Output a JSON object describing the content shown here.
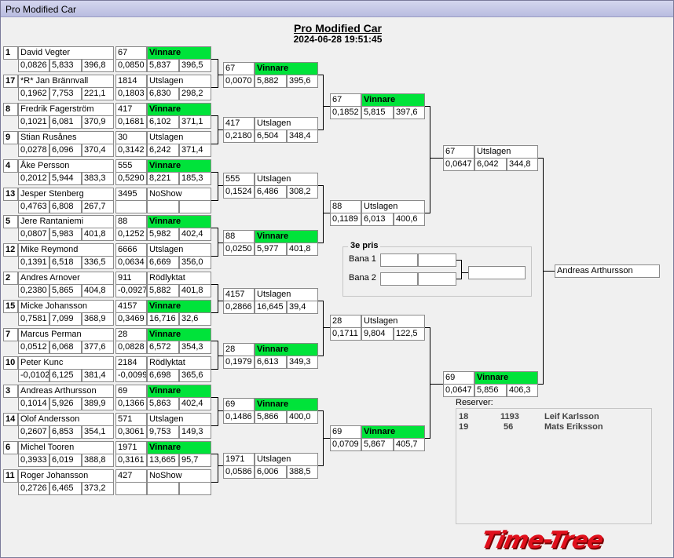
{
  "window": {
    "title": "Pro Modified Car"
  },
  "header": {
    "title": "Pro Modified Car",
    "datetime": "2024-06-28 19:51:45"
  },
  "round1": [
    {
      "seed": "1",
      "name": "David Vegter",
      "rt": "0,0826",
      "et": "5,833",
      "speed": "396,8",
      "lane": "67",
      "result": "Vinnare",
      "win": true,
      "rrt": "0,0850",
      "ret": "5,837",
      "rspeed": "396,5"
    },
    {
      "seed": "17",
      "name": "*R* Jan Brännvall",
      "rt": "0,1962",
      "et": "7,753",
      "speed": "221,1",
      "lane": "1814",
      "result": "Utslagen",
      "win": false,
      "rrt": "0,1803",
      "ret": "6,830",
      "rspeed": "298,2"
    },
    {
      "seed": "8",
      "name": "Fredrik Fagerström",
      "rt": "0,1021",
      "et": "6,081",
      "speed": "370,9",
      "lane": "417",
      "result": "Vinnare",
      "win": true,
      "rrt": "0,1681",
      "ret": "6,102",
      "rspeed": "371,1"
    },
    {
      "seed": "9",
      "name": "Stian Rusånes",
      "rt": "0,0278",
      "et": "6,096",
      "speed": "370,4",
      "lane": "30",
      "result": "Utslagen",
      "win": false,
      "rrt": "0,3142",
      "ret": "6,242",
      "rspeed": "371,4"
    },
    {
      "seed": "4",
      "name": "Åke Persson",
      "rt": "0,2012",
      "et": "5,944",
      "speed": "383,3",
      "lane": "555",
      "result": "Vinnare",
      "win": true,
      "rrt": "0,5290",
      "ret": "8,221",
      "rspeed": "185,3"
    },
    {
      "seed": "13",
      "name": "Jesper Stenberg",
      "rt": "0,4763",
      "et": "6,808",
      "speed": "267,7",
      "lane": "3495",
      "result": "NoShow",
      "win": false,
      "rrt": "",
      "ret": "",
      "rspeed": ""
    },
    {
      "seed": "5",
      "name": "Jere Rantaniemi",
      "rt": "0,0807",
      "et": "5,983",
      "speed": "401,8",
      "lane": "88",
      "result": "Vinnare",
      "win": true,
      "rrt": "0,1252",
      "ret": "5,982",
      "rspeed": "402,4"
    },
    {
      "seed": "12",
      "name": "Mike Reymond",
      "rt": "0,1391",
      "et": "6,518",
      "speed": "336,5",
      "lane": "6666",
      "result": "Utslagen",
      "win": false,
      "rrt": "0,0634",
      "ret": "6,669",
      "rspeed": "356,0"
    },
    {
      "seed": "2",
      "name": "Andres Arnover",
      "rt": "0,2380",
      "et": "5,865",
      "speed": "404,8",
      "lane": "911",
      "result": "Rödlyktat",
      "win": false,
      "rrt": "-0,0927",
      "ret": "5,882",
      "rspeed": "401,8"
    },
    {
      "seed": "15",
      "name": "Micke Johansson",
      "rt": "0,7581",
      "et": "7,099",
      "speed": "368,9",
      "lane": "4157",
      "result": "Vinnare",
      "win": true,
      "rrt": "0,3469",
      "ret": "16,716",
      "rspeed": "32,6"
    },
    {
      "seed": "7",
      "name": "Marcus Perman",
      "rt": "0,0512",
      "et": "6,068",
      "speed": "377,6",
      "lane": "28",
      "result": "Vinnare",
      "win": true,
      "rrt": "0,0828",
      "ret": "6,572",
      "rspeed": "354,3"
    },
    {
      "seed": "10",
      "name": "Peter  Kunc",
      "rt": "-0,0102",
      "et": "6,125",
      "speed": "381,4",
      "lane": "2184",
      "result": "Rödlyktat",
      "win": false,
      "rrt": "-0,0099",
      "ret": "6,698",
      "rspeed": "365,6"
    },
    {
      "seed": "3",
      "name": "Andreas Arthursson",
      "rt": "0,1014",
      "et": "5,926",
      "speed": "389,9",
      "lane": "69",
      "result": "Vinnare",
      "win": true,
      "rrt": "0,1366",
      "ret": "5,863",
      "rspeed": "402,4"
    },
    {
      "seed": "14",
      "name": "Olof Andersson",
      "rt": "0,2607",
      "et": "6,853",
      "speed": "354,1",
      "lane": "571",
      "result": "Utslagen",
      "win": false,
      "rrt": "0,3061",
      "ret": "9,753",
      "rspeed": "149,3"
    },
    {
      "seed": "6",
      "name": "Michel Tooren",
      "rt": "0,3933",
      "et": "6,019",
      "speed": "388,8",
      "lane": "1971",
      "result": "Vinnare",
      "win": true,
      "rrt": "0,3161",
      "ret": "13,665",
      "rspeed": "95,7"
    },
    {
      "seed": "11",
      "name": "Roger Johansson",
      "rt": "0,2726",
      "et": "6,465",
      "speed": "373,2",
      "lane": "427",
      "result": "NoShow",
      "win": false,
      "rrt": "",
      "ret": "",
      "rspeed": ""
    }
  ],
  "round2": [
    {
      "lane": "67",
      "result": "Vinnare",
      "win": true,
      "rt": "0,0070",
      "et": "5,882",
      "speed": "395,6"
    },
    {
      "lane": "417",
      "result": "Utslagen",
      "win": false,
      "rt": "0,2180",
      "et": "6,504",
      "speed": "348,4"
    },
    {
      "lane": "555",
      "result": "Utslagen",
      "win": false,
      "rt": "0,1524",
      "et": "6,486",
      "speed": "308,2"
    },
    {
      "lane": "88",
      "result": "Vinnare",
      "win": true,
      "rt": "0,0250",
      "et": "5,977",
      "speed": "401,8"
    },
    {
      "lane": "4157",
      "result": "Utslagen",
      "win": false,
      "rt": "0,2866",
      "et": "16,645",
      "speed": "39,4"
    },
    {
      "lane": "28",
      "result": "Vinnare",
      "win": true,
      "rt": "0,1979",
      "et": "6,613",
      "speed": "349,3"
    },
    {
      "lane": "69",
      "result": "Vinnare",
      "win": true,
      "rt": "0,1486",
      "et": "5,866",
      "speed": "400,0"
    },
    {
      "lane": "1971",
      "result": "Utslagen",
      "win": false,
      "rt": "0,0586",
      "et": "6,006",
      "speed": "388,5"
    }
  ],
  "round3": [
    {
      "lane": "67",
      "result": "Vinnare",
      "win": true,
      "rt": "0,1852",
      "et": "5,815",
      "speed": "397,6"
    },
    {
      "lane": "88",
      "result": "Utslagen",
      "win": false,
      "rt": "0,1189",
      "et": "6,013",
      "speed": "400,6"
    },
    {
      "lane": "28",
      "result": "Utslagen",
      "win": false,
      "rt": "0,1711",
      "et": "9,804",
      "speed": "122,5"
    },
    {
      "lane": "69",
      "result": "Vinnare",
      "win": true,
      "rt": "0,0709",
      "et": "5,867",
      "speed": "405,7"
    }
  ],
  "round4": [
    {
      "lane": "67",
      "result": "Utslagen",
      "win": false,
      "rt": "0,0647",
      "et": "6,042",
      "speed": "344,8"
    },
    {
      "lane": "69",
      "result": "Vinnare",
      "win": true,
      "rt": "0,0647",
      "et": "5,856",
      "speed": "406,3"
    }
  ],
  "final": {
    "winner": "Andreas Arthursson"
  },
  "third_place": {
    "title": "3e pris",
    "lane1_label": "Bana 1",
    "lane2_label": "Bana 2"
  },
  "reserves": {
    "title": "Reserver:",
    "items": [
      {
        "seed": "18",
        "lane": "1193",
        "name": "Leif Karlsson"
      },
      {
        "seed": "19",
        "lane": "56",
        "name": "Mats Eriksson"
      }
    ]
  },
  "logo": {
    "text": "Time-Tree"
  },
  "colors": {
    "winner": "#00e33a",
    "logo": "#e0101c",
    "titlebar": "#c6c8e8"
  }
}
